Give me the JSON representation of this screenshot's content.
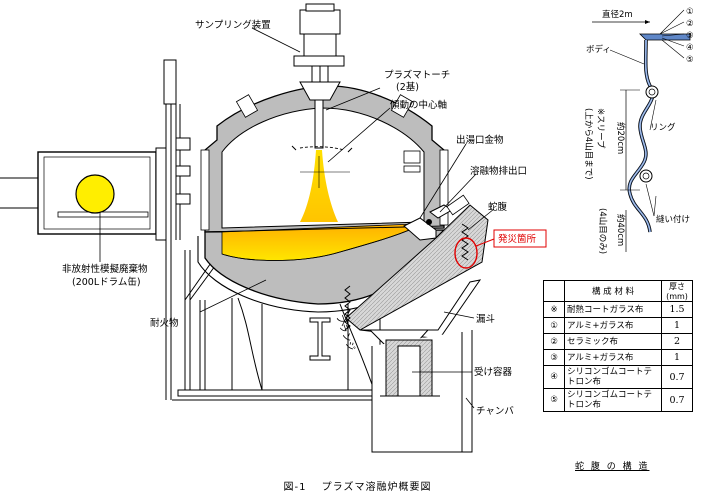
{
  "labels": {
    "sampling": "サンプリング装置",
    "torch": "プラズマトーチ",
    "torch_count": "(2基)",
    "tilt_axis": "傾動の中心軸",
    "tap_hole": "出湯口金物",
    "melt_outlet": "溶融物排出口",
    "bellows": "蛇腹",
    "fire_spot": "発災箇所",
    "waste": "非放射性模擬廃棄物",
    "drum": "(200Lドラム缶)",
    "refractory": "耐火物",
    "flange": "フランジ",
    "funnel": "漏斗",
    "receiver": "受け容器",
    "chamber": "チャンバ"
  },
  "detail": {
    "diameter": "直径2m",
    "body": "ボディ",
    "sleeve_a": "※スリーブ",
    "sleeve_b": "(上から4山目まで)",
    "pitch_20": "約20cm",
    "ring": "リング",
    "seam": "縫い付け",
    "fourth_peak": "(4山目のみ)",
    "pitch_40": "約40cm",
    "layers": [
      "①",
      "②",
      "③",
      "④",
      "⑤"
    ]
  },
  "table": {
    "header_material": "構 成 材 料",
    "header_thickness": "厚さ(mm)",
    "rows": [
      {
        "mark": "※",
        "material": "耐熱コートガラス布",
        "thickness": "1.5"
      },
      {
        "mark": "①",
        "material": "アルミ+ガラス布",
        "thickness": "1"
      },
      {
        "mark": "②",
        "material": "セラミック布",
        "thickness": "2"
      },
      {
        "mark": "③",
        "material": "アルミ+ガラス布",
        "thickness": "1"
      },
      {
        "mark": "④",
        "material": "シリコンゴムコートテトロン布",
        "thickness": "0.7"
      },
      {
        "mark": "⑤",
        "material": "シリコンゴムコートテトロン布",
        "thickness": "0.7"
      }
    ],
    "caption": "蛇 腹 の 構 造"
  },
  "caption": "図-1　 プラズマ溶融炉概要図",
  "colors": {
    "refractory": "#bdbdbd",
    "melt_hot": "#ffe200",
    "melt_warm": "#ffb200",
    "drum": "#ffee00",
    "highlight": "#e00000",
    "bellows_blue": "#5f87c8"
  }
}
